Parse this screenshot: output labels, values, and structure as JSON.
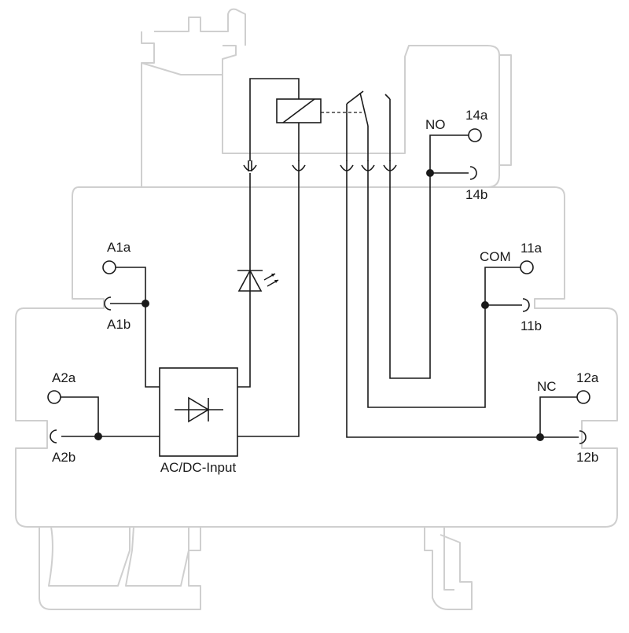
{
  "terminals": {
    "a1a": "A1a",
    "a1b": "A1b",
    "a2a": "A2a",
    "a2b": "A2b",
    "t14a": "14a",
    "t14b": "14b",
    "t11a": "11a",
    "t11b": "11b",
    "t12a": "12a",
    "t12b": "12b"
  },
  "contacts": {
    "no": "NO",
    "com": "COM",
    "nc": "NC"
  },
  "input_block": {
    "label": "AC/DC-Input"
  },
  "colors": {
    "housing_outline": "#cfcfcf",
    "wiring": "#1a1a1a"
  }
}
